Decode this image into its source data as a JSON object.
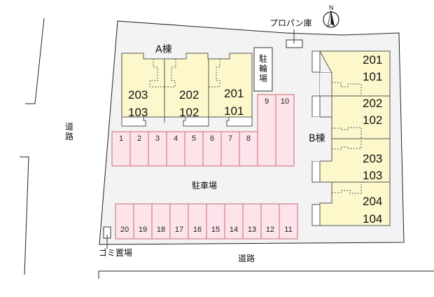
{
  "colors": {
    "lot_fill": "#f3f3f3",
    "building_fill": "#fdf8cc",
    "building_stroke": "#555555",
    "parking_fill": "#fde4ea",
    "parking_stroke": "#c96a72",
    "line": "#222222"
  },
  "labels": {
    "propane": "プロパン庫",
    "north": "N",
    "bike_parking": "駐輪場",
    "parking_lot": "駐車場",
    "garbage": "ゴミ置場",
    "road_left": "道路",
    "road_bottom": "道路"
  },
  "building_a": {
    "name": "A棟",
    "units": [
      {
        "upper": "203",
        "lower": "103"
      },
      {
        "upper": "202",
        "lower": "102"
      },
      {
        "upper": "201",
        "lower": "101"
      }
    ]
  },
  "building_b": {
    "name": "B棟",
    "units": [
      {
        "upper": "201",
        "lower": "101"
      },
      {
        "upper": "202",
        "lower": "102"
      },
      {
        "upper": "203",
        "lower": "103"
      },
      {
        "upper": "204",
        "lower": "104"
      }
    ]
  },
  "parking": {
    "top_row": [
      "1",
      "2",
      "3",
      "4",
      "5",
      "6",
      "7",
      "8"
    ],
    "tall": [
      "9",
      "10"
    ],
    "bottom_row": [
      "20",
      "19",
      "18",
      "17",
      "16",
      "15",
      "14",
      "13",
      "12",
      "11"
    ]
  }
}
